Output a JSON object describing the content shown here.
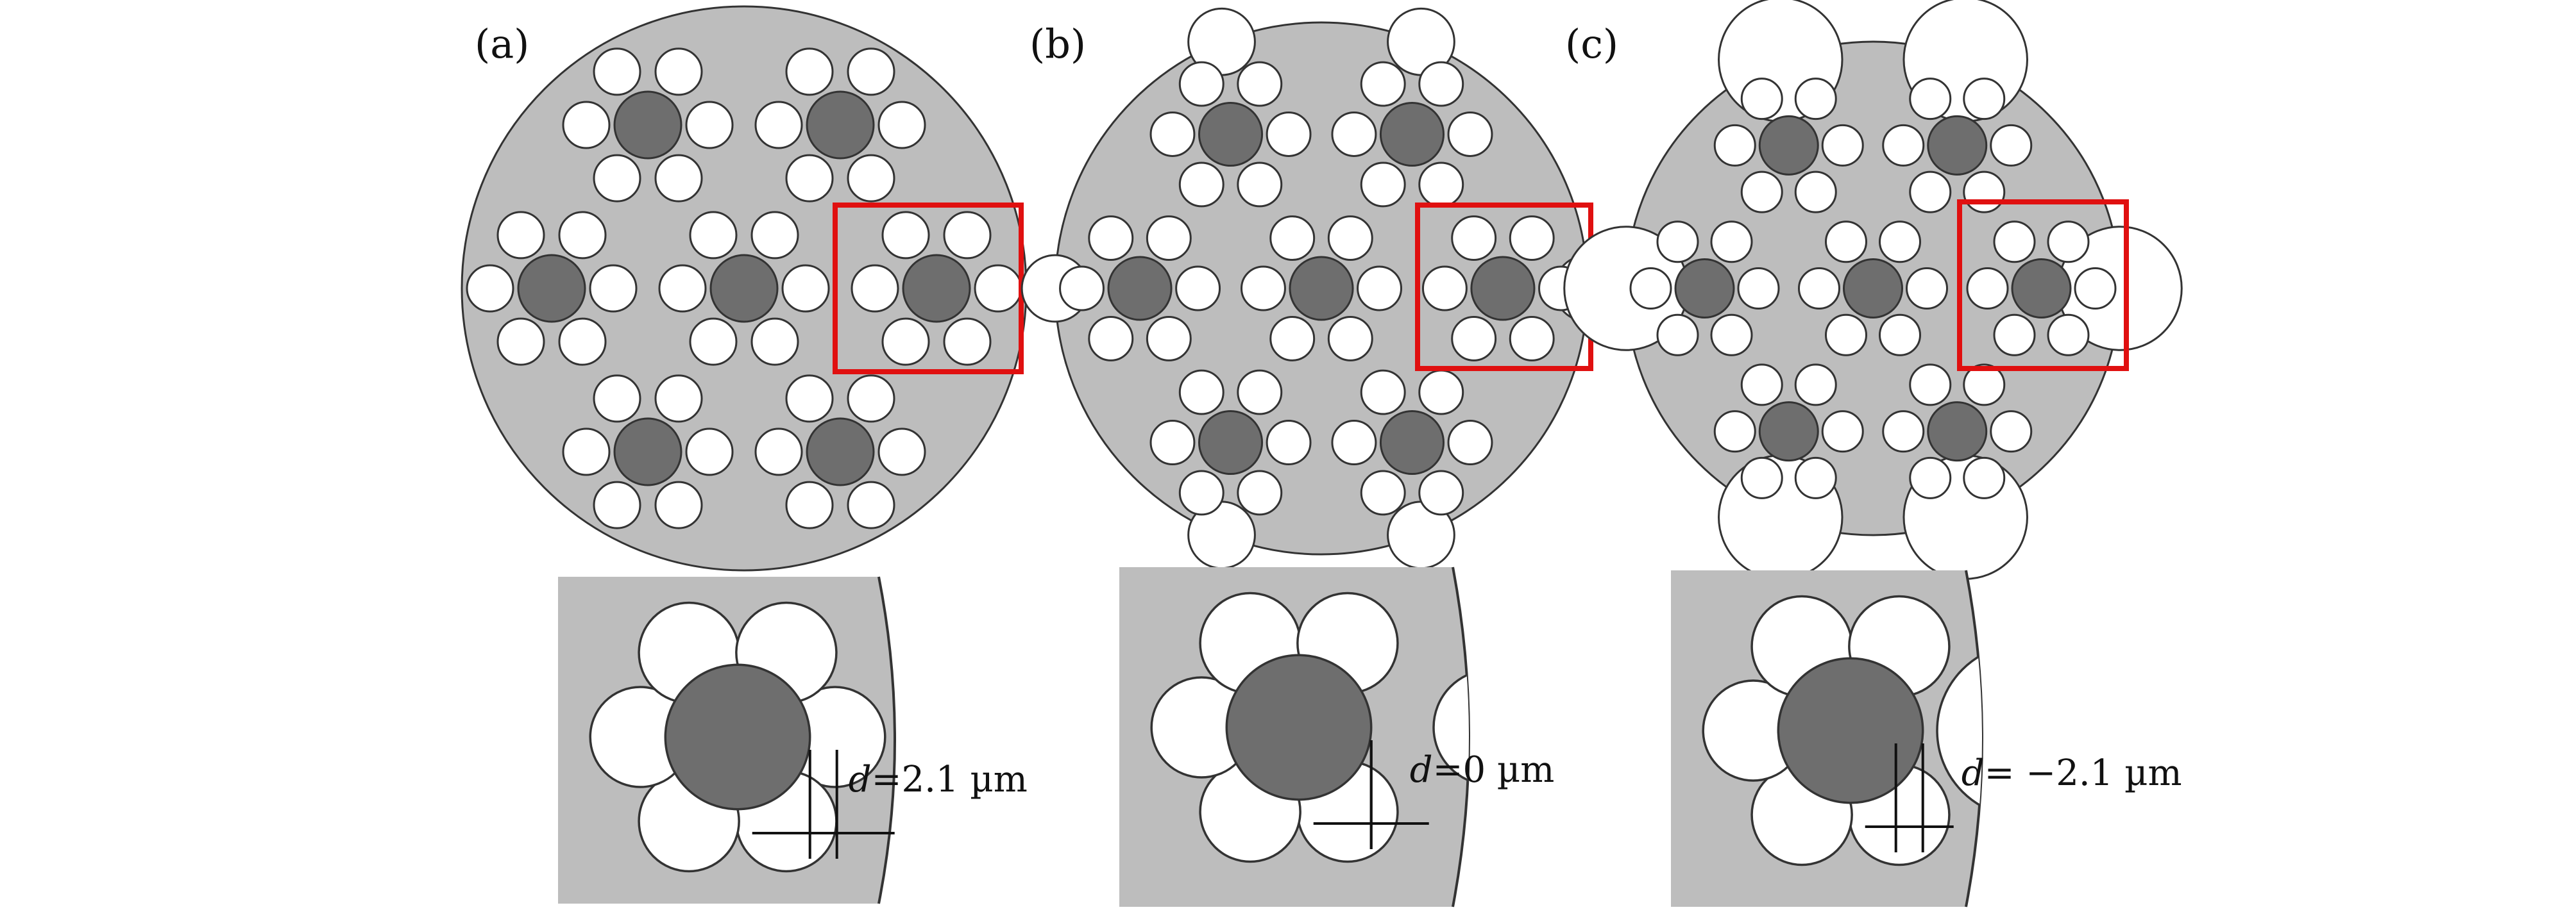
{
  "colors": {
    "cladding": "#bdbdbd",
    "core": "#6e6e6e",
    "air_hole": "#ffffff",
    "outline": "#333333",
    "highlight": "#e01010"
  },
  "panels": [
    {
      "label": "(a)",
      "d_var": "d",
      "d_text": "=2.1 µm",
      "d_um": 2.1
    },
    {
      "label": "(b)",
      "d_var": "d",
      "d_text": "=0 µm",
      "d_um": 0
    },
    {
      "label": "(c)",
      "d_var": "d",
      "d_text": "= −2.1 µm",
      "d_um": -2.1
    }
  ]
}
